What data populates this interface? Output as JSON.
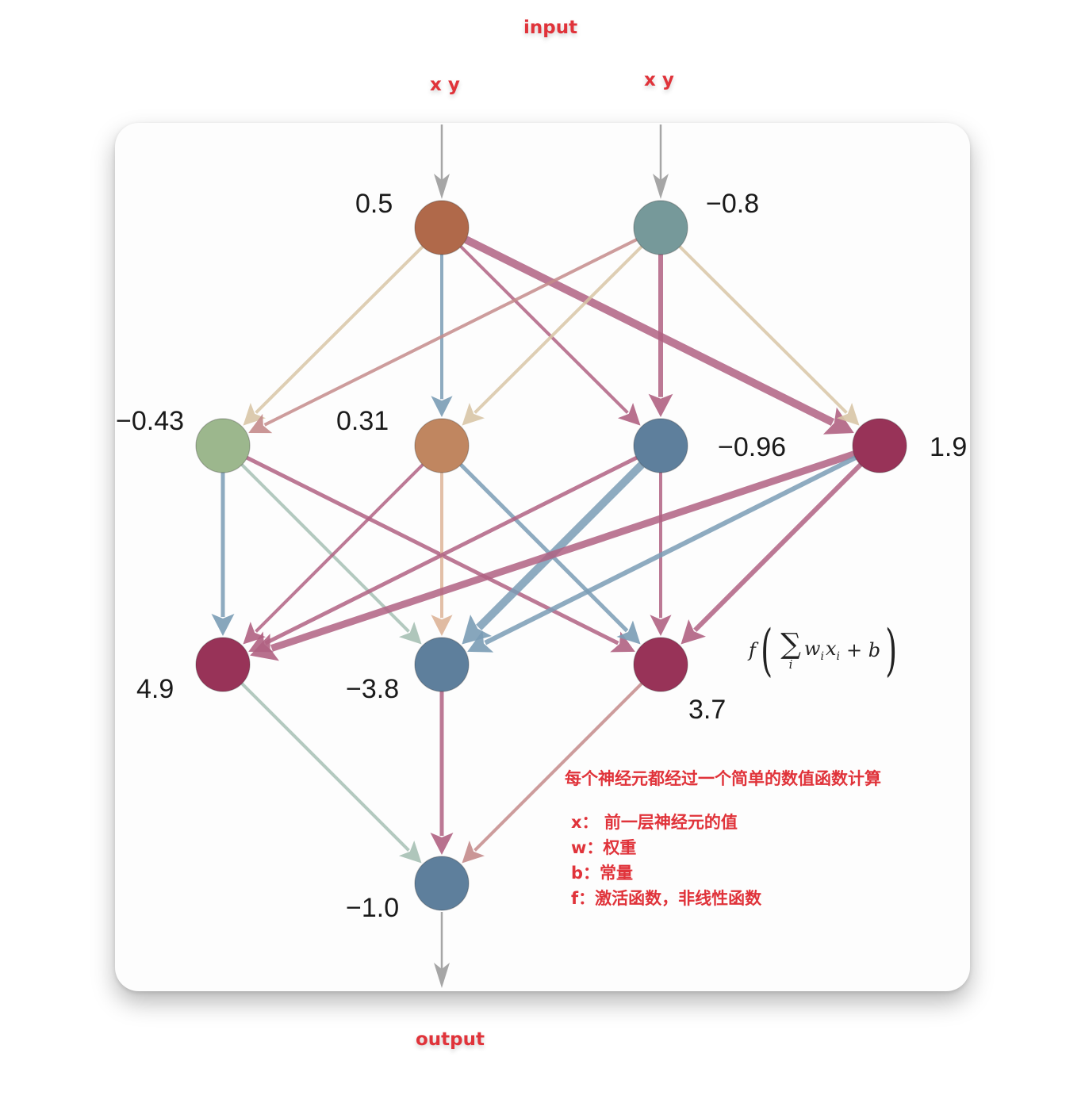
{
  "header": {
    "input_label": "input",
    "x_y_left": "x y",
    "x_y_right": "x y"
  },
  "footer": {
    "output_label": "output"
  },
  "network": {
    "colors": {
      "brown": "#b0694a",
      "teal": "#76999a",
      "sage": "#9cb78d",
      "tan": "#c08660",
      "steel_blue": "#5e7f9c",
      "crimson": "#983358",
      "gray_arrow": "#a6a6a6",
      "edge_beige": "#d8c5a6",
      "edge_rose": "#c48b8b",
      "edge_purple": "#b06282",
      "edge_blue": "#7a9cb5",
      "edge_mint": "#a6c0b4",
      "edge_peach": "#ddb498"
    },
    "nodes": [
      {
        "id": "in1",
        "layer": "input",
        "value": "0.5",
        "color": "#b0694a"
      },
      {
        "id": "in2",
        "layer": "input",
        "value": "−0.8",
        "color": "#76999a"
      },
      {
        "id": "h1a",
        "layer": "hidden1",
        "value": "−0.43",
        "color": "#9cb78d"
      },
      {
        "id": "h1b",
        "layer": "hidden1",
        "value": "0.31",
        "color": "#c08660"
      },
      {
        "id": "h1c",
        "layer": "hidden1",
        "value": "−0.96",
        "color": "#5e7f9c"
      },
      {
        "id": "h1d",
        "layer": "hidden1",
        "value": "1.9",
        "color": "#983358"
      },
      {
        "id": "h2a",
        "layer": "hidden2",
        "value": "4.9",
        "color": "#983358"
      },
      {
        "id": "h2b",
        "layer": "hidden2",
        "value": "−3.8",
        "color": "#5e7f9c"
      },
      {
        "id": "h2c",
        "layer": "hidden2",
        "value": "3.7",
        "color": "#983358"
      },
      {
        "id": "out",
        "layer": "output",
        "value": "−1.0",
        "color": "#5e7f9c"
      }
    ]
  },
  "formula": {
    "f": "f",
    "sigma": "∑",
    "index": "i",
    "w": "w",
    "x": "x",
    "sub_i": "i",
    "plus_b": "+ b"
  },
  "notes": {
    "summary": "每个神经元都经过一个简单的数值函数计算",
    "x_def": "x： 前一层神经元的值",
    "w_def": "w：权重",
    "b_def": "b：常量",
    "f_def": "f：激活函数，非线性函数"
  }
}
